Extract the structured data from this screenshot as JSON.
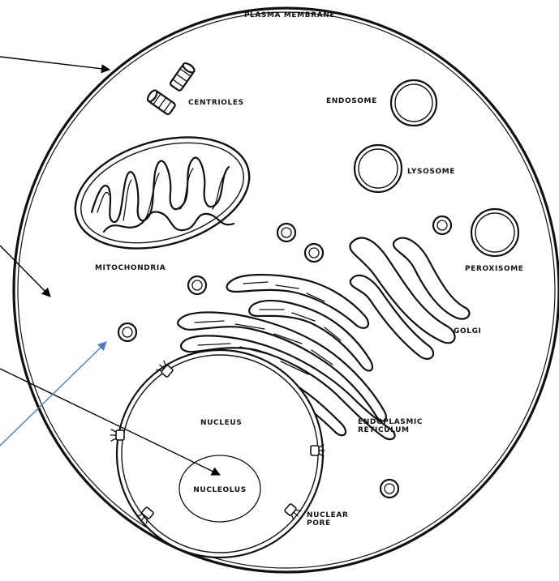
{
  "labels": {
    "plasma_membrane": "PLASMA MEMBRANE",
    "centrioles": "CENTRIOLES",
    "endosome": "ENDOSOME",
    "lysosome": "LYSOSOME",
    "mitochondria": "MITOCHONDRIA",
    "peroxisome": "PEROXISOME",
    "golgi": "GOLGI",
    "nucleus": "NUCLEUS",
    "er_line1": "ENDOPLASMIC",
    "er_line2": "RETICULUM",
    "nucleolus": "NUCLEOLUS",
    "nuclear_pore_line1": "NUCLEAR",
    "nuclear_pore_line2": "PORE"
  },
  "colors": {
    "outline": "#111111",
    "pointer_black": "#000000",
    "pointer_blue": "#4a7ebb",
    "background": "#ffffff"
  }
}
